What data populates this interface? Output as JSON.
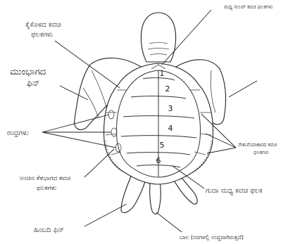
{
  "labels": {
    "marginal": [
      "ಕೈಕೊಳದ ಕವಚ",
      "ಫಲಕಗಳು"
    ],
    "midline": "ಮಧ್ಯ ಗುಲರ್ ಕವಚ ಫಲಕಗಳು",
    "front_flipper": [
      "ಮುಂಭಾಗದ",
      "ಫಿನ್"
    ],
    "pores": "ರಂಧ್ರಗಳು",
    "bridge": [
      "ಸೇತುವೆಯಾಕಾರದ ಕವಚ",
      "ಫಲಕಗಳು"
    ],
    "lower_marginal": [
      "ಅಂಚಿನ ಕೆಳಭಾಗದ ಕವಚ",
      "ಫಲಕಗಳು"
    ],
    "anal": "ಗುದಾ ಮಧ್ಯ ಕವಚ ಫಲಕ",
    "hind_flipper": "ಹಿಂಬದಿ ಫಿನ್",
    "tail": "ಬಾಲ (ನರಗಳಲ್ಲಿ ಉದ್ದವಾಗಿರುತ್ತದೆ)"
  },
  "plate_numbers": [
    "1",
    "2",
    "3",
    "4",
    "5",
    "6"
  ]
}
